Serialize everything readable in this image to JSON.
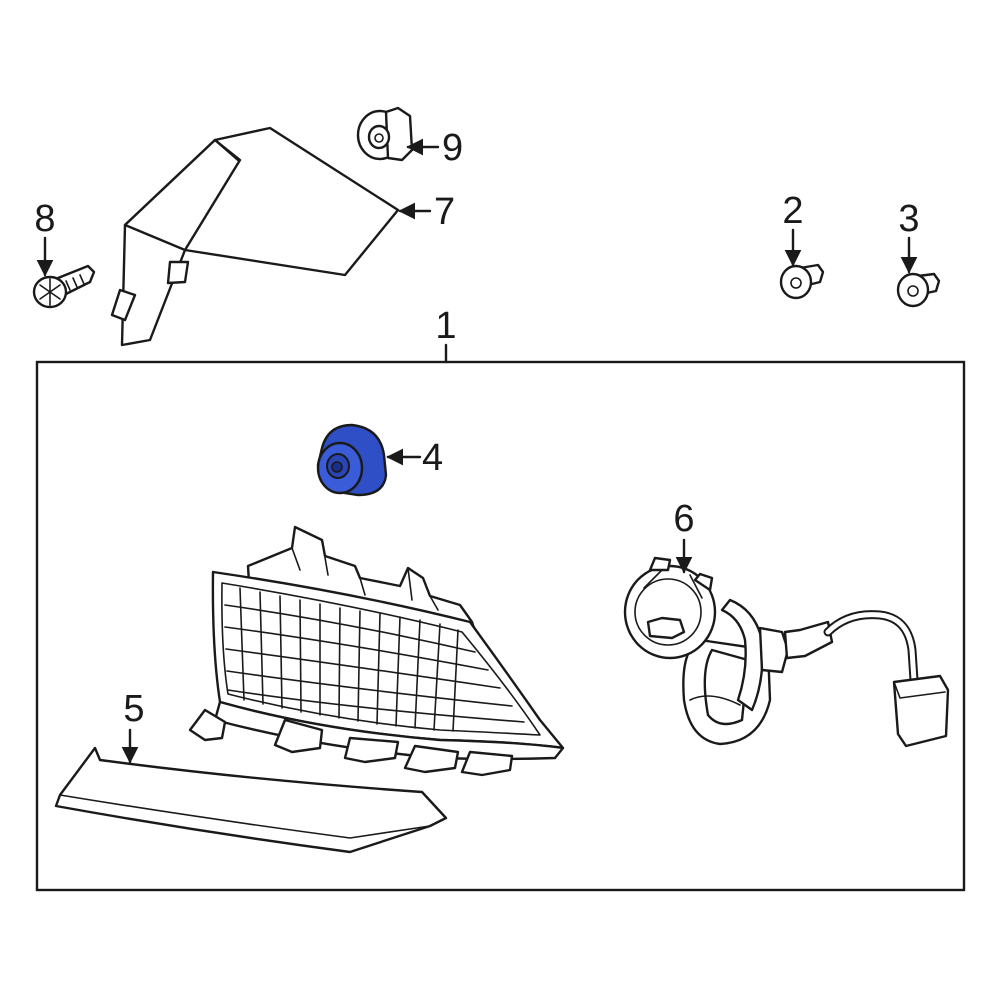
{
  "callouts": {
    "c1": "1",
    "c2": "2",
    "c3": "3",
    "c4": "4",
    "c5": "5",
    "c6": "6",
    "c7": "7",
    "c8": "8",
    "c9": "9"
  },
  "colors": {
    "highlight": "#2f4fc7",
    "highlight_dark": "#1a2f8a",
    "line": "#1a1a1a"
  },
  "highlighted_part": "4"
}
